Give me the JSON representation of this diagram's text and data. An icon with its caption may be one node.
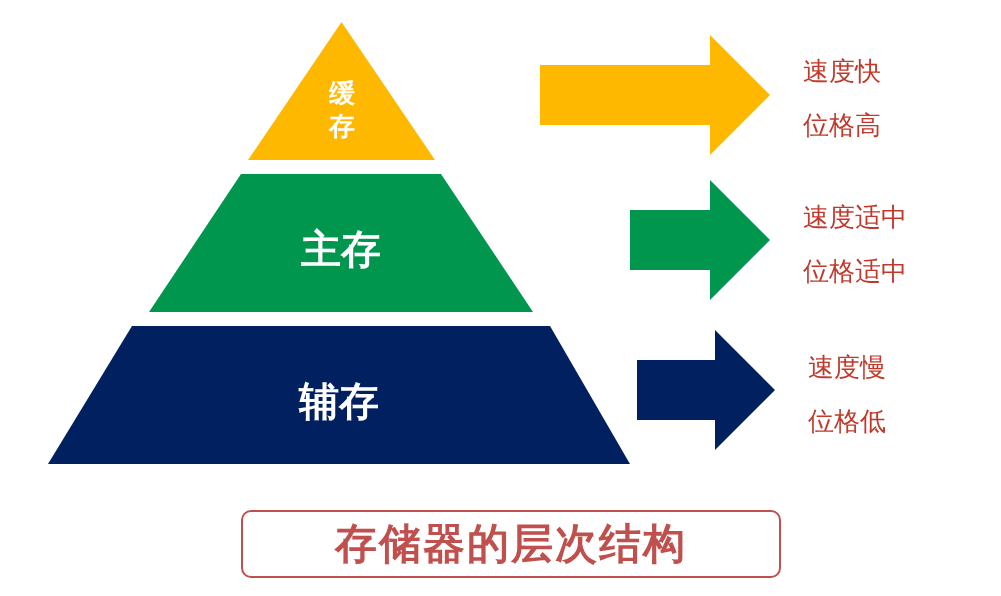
{
  "diagram": {
    "title": "存储器的层次结构",
    "nodes": [
      {
        "text": [
          "缓存"
        ]
      },
      {
        "text": [
          "主存"
        ]
      },
      {
        "text": [
          "辅存"
        ]
      },
      {
        "text": [
          "速度快",
          "位格高"
        ]
      },
      {
        "text": [
          "速度适中",
          "位格适中"
        ]
      },
      {
        "text": [
          "速度慢",
          "位格低"
        ]
      }
    ],
    "edges": [
      {
        "from": 0,
        "to": 3,
        "arrow": "to",
        "style": "thick",
        "color": "#ffb800"
      },
      {
        "from": 1,
        "to": 4,
        "arrow": "to",
        "style": "thick",
        "color": "#00964e"
      },
      {
        "from": 2,
        "to": 5,
        "arrow": "to",
        "style": "thick",
        "color": "#002060"
      }
    ]
  }
}
